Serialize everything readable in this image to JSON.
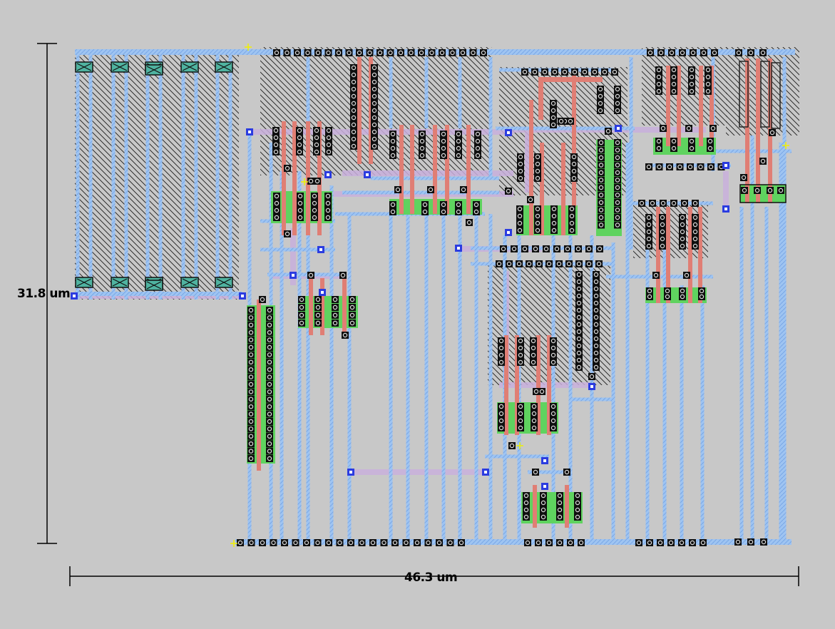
{
  "dimensions": {
    "height_label": "31.8 um",
    "width_label": "46.3 um"
  },
  "colors": {
    "background": "#c8c8c8",
    "metal1": "#99c2f4",
    "metal2": "#c9b0dc",
    "poly": "#e07e74",
    "active": "#5fd35f",
    "contact": "#101010",
    "via": "#2b3ce0",
    "well_hatch": "#1a1a1a",
    "cross_mark": "#f0f000",
    "dimension_line": "#000000"
  },
  "layers": [
    "metal1",
    "metal2",
    "poly",
    "active",
    "contact",
    "via",
    "well"
  ],
  "icons": {
    "cross_marker": "yellow-cross-icon",
    "contact": "contact-cut-icon",
    "via": "via-icon"
  }
}
